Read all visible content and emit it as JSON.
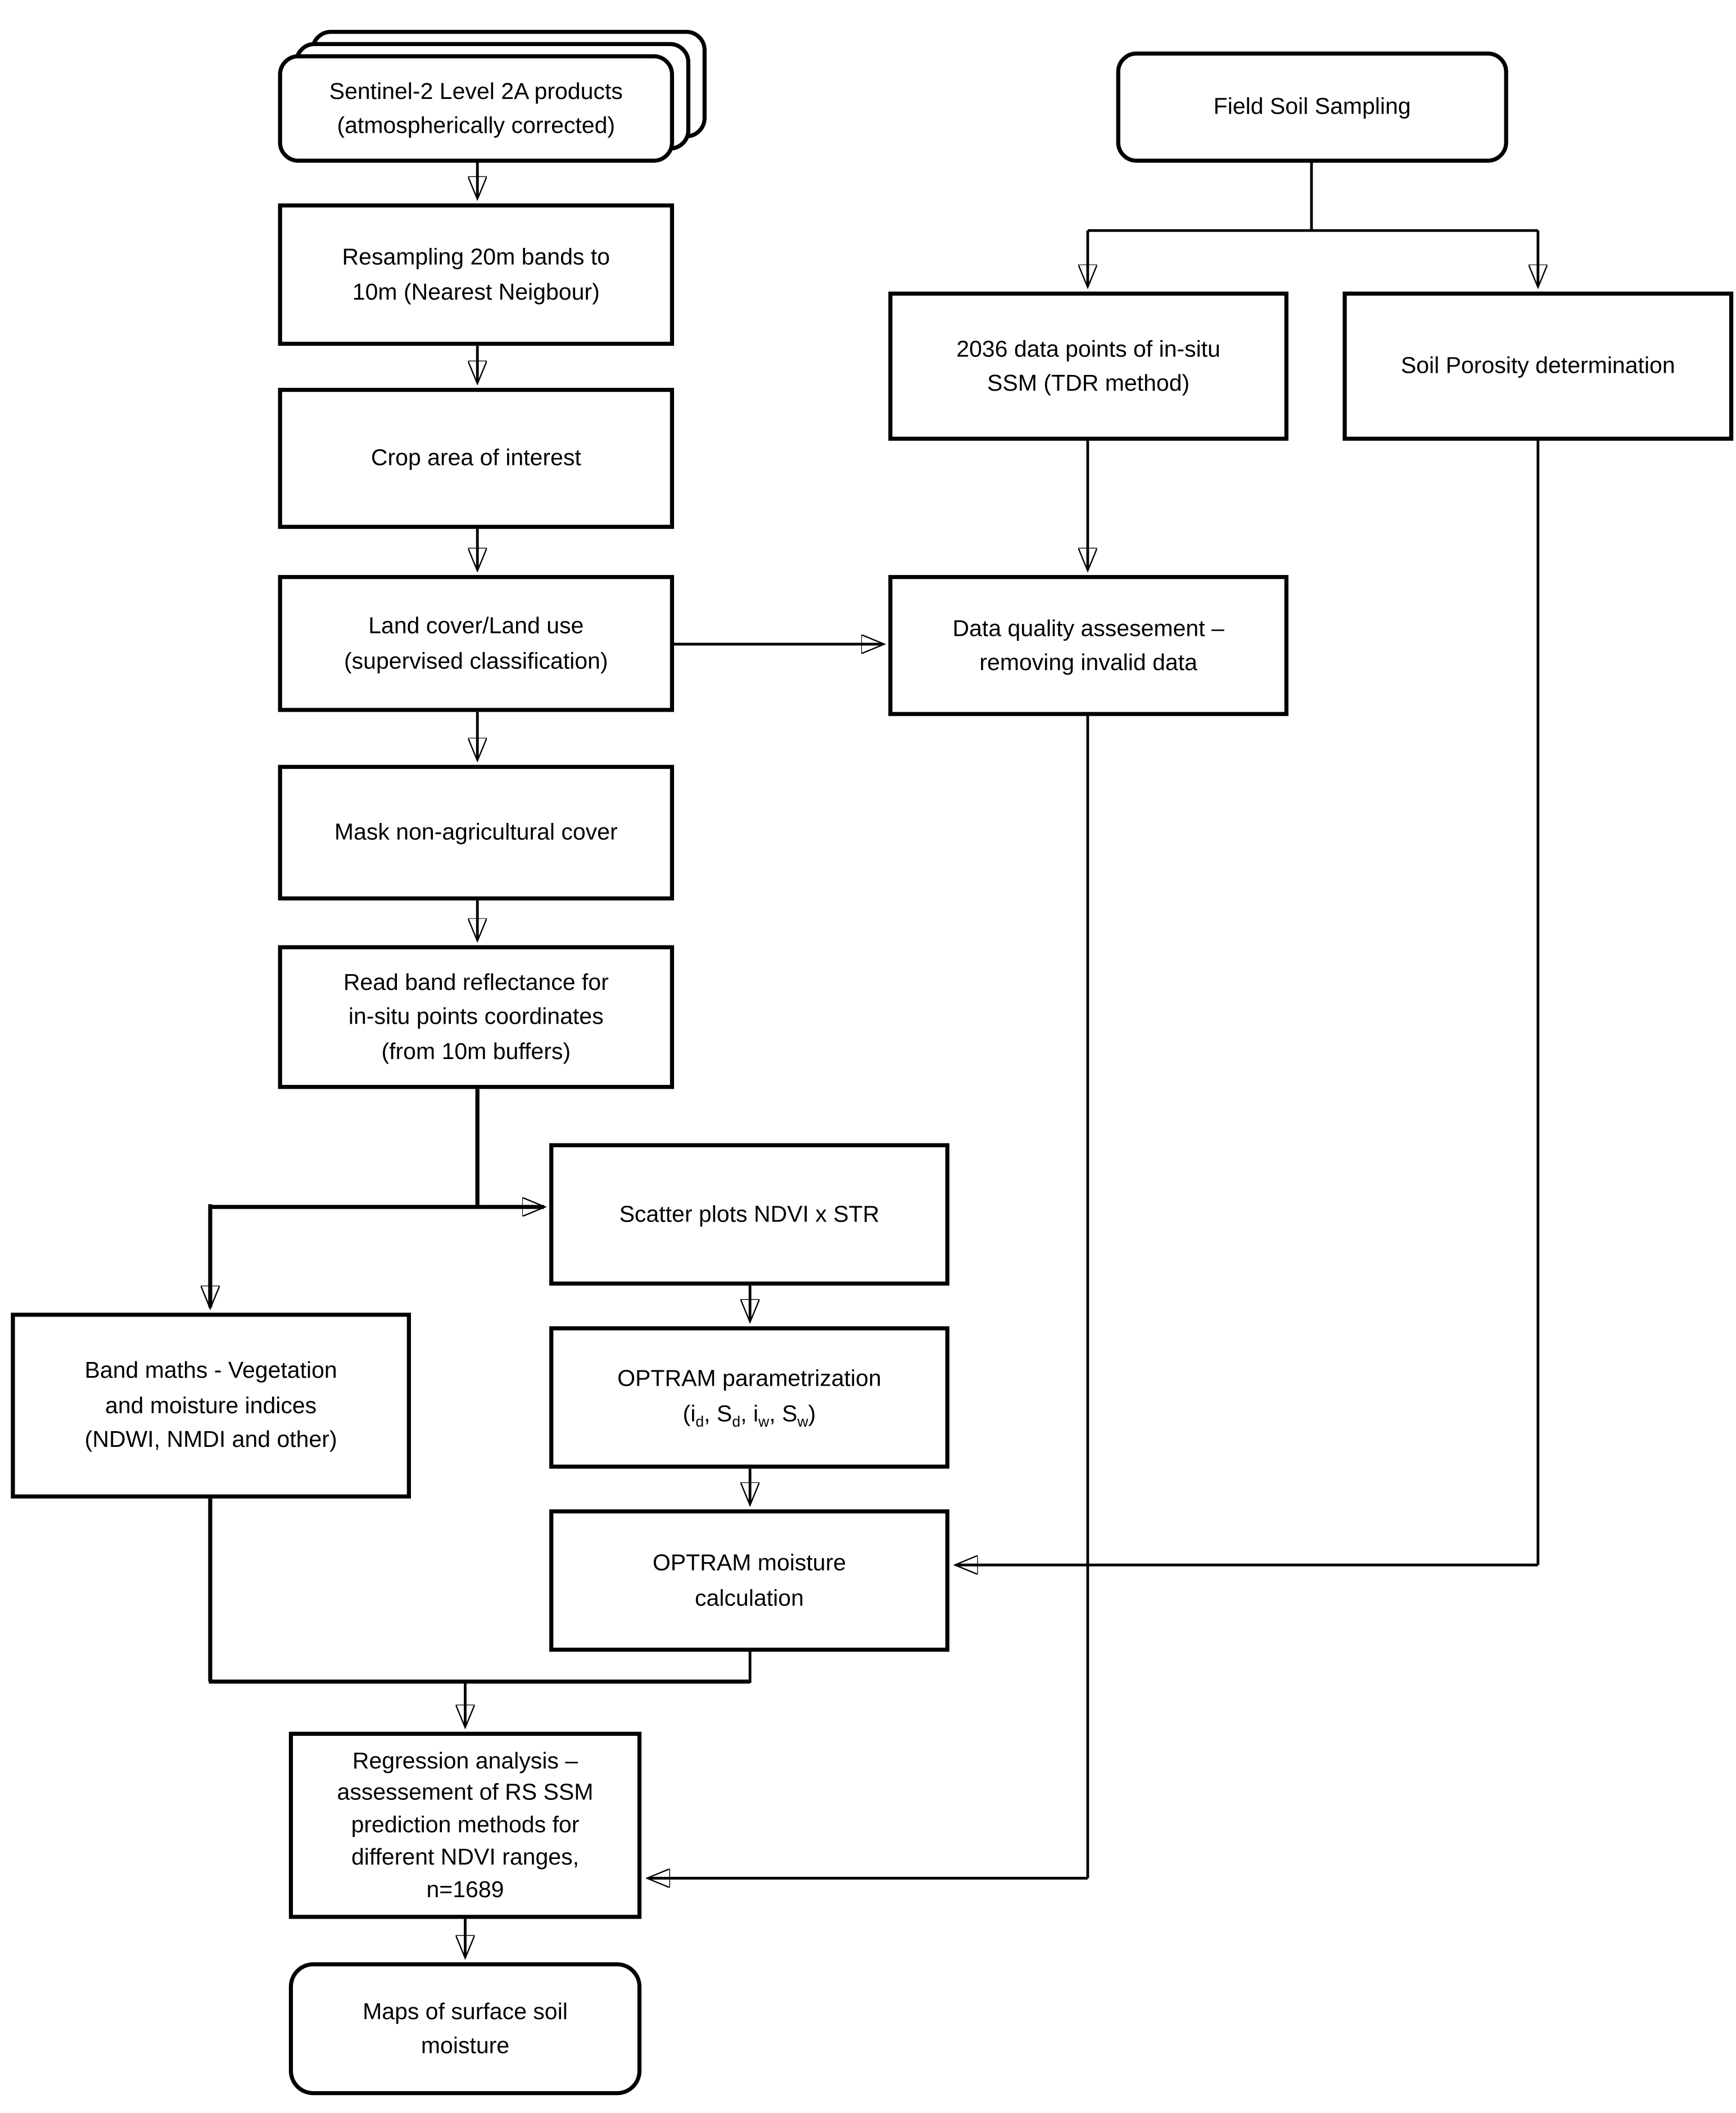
{
  "colors": {
    "stroke": "#000000",
    "box_fill": "#ffffff",
    "text": "#000000",
    "background": "#ffffff"
  },
  "nodes": {
    "sentinel": {
      "lines": [
        "Sentinel-2 Level 2A products",
        "(atmospherically corrected)"
      ]
    },
    "resampling": {
      "lines": [
        "Resampling 20m bands to",
        "10m (Nearest Neigbour)"
      ]
    },
    "crop": {
      "lines": [
        "Crop area of interest"
      ]
    },
    "landcover": {
      "lines": [
        "Land cover/Land use",
        "(supervised classification)"
      ]
    },
    "mask": {
      "lines": [
        "Mask non-agricultural cover"
      ]
    },
    "readband": {
      "lines": [
        "Read band reflectance for",
        "in-situ points coordinates",
        "(from 10m buffers)"
      ]
    },
    "scatter": {
      "lines": [
        "Scatter plots NDVI x STR"
      ]
    },
    "optram_param": {
      "line1": "OPTRAM parametrization",
      "line2": {
        "p0": "(i",
        "s0": "d",
        "p1": ", S",
        "s1": "d",
        "p2": ", i",
        "s2": "w",
        "p3": ", S",
        "s3": "w",
        "p4": ")"
      }
    },
    "optram_moisture": {
      "lines": [
        "OPTRAM moisture",
        "calculation"
      ]
    },
    "bandmaths": {
      "lines": [
        "Band maths - Vegetation",
        "and moisture indices",
        "(NDWI, NMDI and other)"
      ]
    },
    "regression": {
      "lines": [
        "Regression analysis –",
        "assessement of RS SSM",
        "prediction methods for",
        "different NDVI ranges,",
        "n=1689"
      ]
    },
    "maps": {
      "lines": [
        "Maps of surface soil",
        "moisture"
      ]
    },
    "field": {
      "lines": [
        "Field Soil Sampling"
      ]
    },
    "insitu": {
      "lines": [
        "2036 data points of in-situ",
        "SSM (TDR method)"
      ]
    },
    "porosity": {
      "lines": [
        "Soil Porosity determination"
      ]
    },
    "quality": {
      "lines": [
        "Data quality assesement –",
        "removing invalid data"
      ]
    }
  }
}
